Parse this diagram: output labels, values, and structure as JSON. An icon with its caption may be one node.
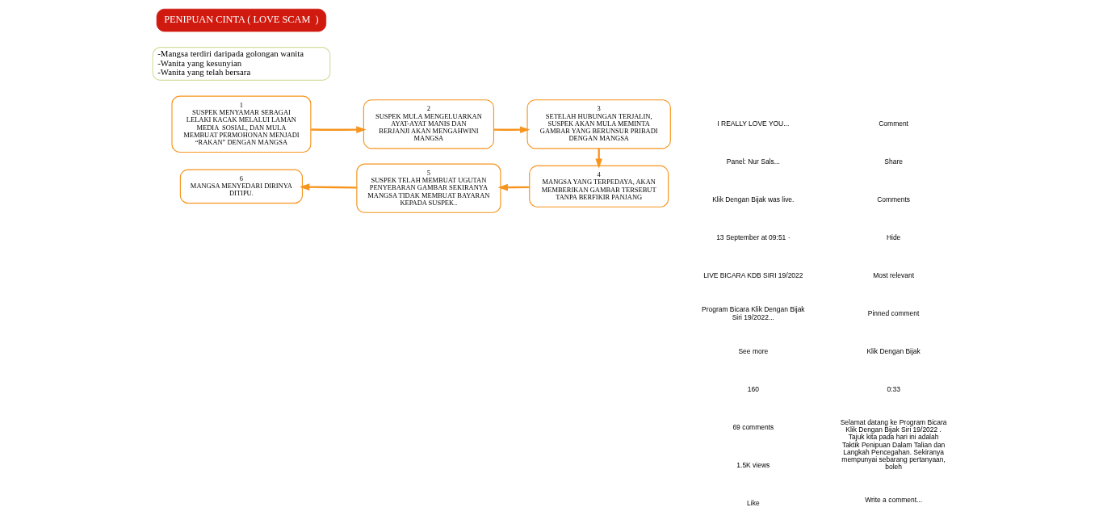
{
  "diagram": {
    "nodes": [
      {
        "text": [
          "PENIPUAN CINTA ( LOVE SCAM  )"
        ]
      },
      {
        "text": [
          "-Mangsa terdiri daripada golongan wanita",
          "-Wanita yang kesunyian",
          "-Wanita yang telah bersara"
        ]
      },
      {
        "text": [
          "1",
          "SUSPEK MENYAMAR SEBAGAI LELAKI KACAK MELALUI LAMAN MEDIA  SOSIAL, DAN MULA MEMBUAT PERMOHONAN MENJADI “RAKAN” DENGAN MANGSA"
        ]
      },
      {
        "text": [
          "2",
          "SUSPEK MULA MENGELUARKAN AYAT-AYAT MANIS DAN  BERJANJI AKAN MENGAHWINI MANGSA"
        ]
      },
      {
        "text": [
          "3",
          "SETELAH HUBUNGAN TERJALIN, SUSPEK AKAN MULA MEMINTA GAMBAR YANG BERUNSUR PRIBADI DENGAN MANGSA"
        ]
      },
      {
        "text": [
          "4",
          "MANGSA YANG TERPEDAYA, AKAN MEMBERIKAN GAMBAR TERSEBUT TANPA BERFIKIR PANJANG"
        ]
      },
      {
        "text": [
          "5",
          "SUSPEK TELAH MEMBUAT UGUTAN PENYEBARAN GAMBAR SEKIRANYA MANGSA TIDAK MEMBUAT BAYARAN KEPADA SUSPEK.."
        ]
      },
      {
        "text": [
          "6",
          "MANGSA MENYEDARI DIRINYA DITIPU."
        ]
      }
    ],
    "edges": [
      {
        "from": 2,
        "to": 3,
        "arrow": "to"
      },
      {
        "from": 3,
        "to": 4,
        "arrow": "to"
      },
      {
        "from": 4,
        "to": 5,
        "arrow": "to"
      },
      {
        "from": 5,
        "to": 6,
        "arrow": "to"
      },
      {
        "from": 6,
        "to": 7,
        "arrow": "to"
      }
    ],
    "labels": [
      "I REALLY LOVE YOU...",
      "Panel: Nur Sals...",
      "Klik Dengan Bijak was live.",
      "13 September at 09:51 ·",
      "LIVE BICARA KDB SIRI 19/2022",
      "Program Bicara Klik Dengan Bijak Siri 19/2022...",
      "See more",
      "160",
      "69 comments",
      "1.5K views",
      "Like",
      "Comment",
      "Share",
      "Comments",
      "Hide",
      "Most relevant",
      "Pinned comment",
      "Klik Dengan Bijak",
      "0:33",
      "Selamat datang ke Program Bicara Klik Dengan Bijak Siri 19/2022 . Tajuk kita pada hari ini adalah Taktik Penipuan Dalam Talian dan Langkah Pencegahan. Sekiranya mempunyai sebarang pertanyaan, boleh",
      "Write a comment..."
    ]
  }
}
